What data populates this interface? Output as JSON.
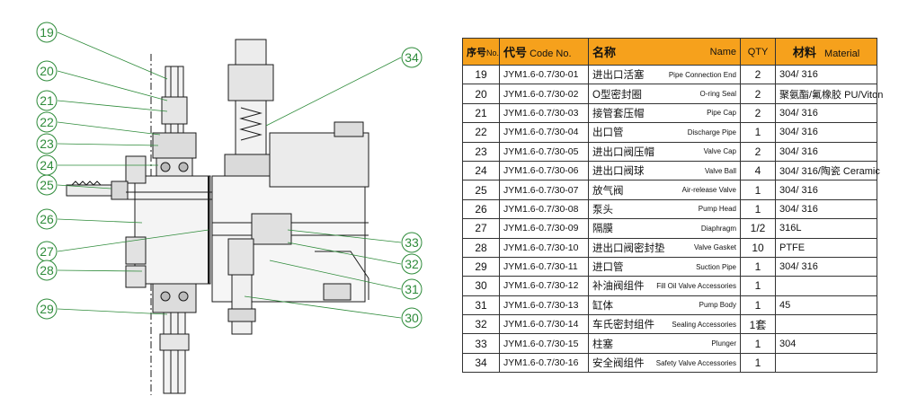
{
  "table": {
    "headers": {
      "no_zh": "序号",
      "no_en": "No.",
      "code_zh": "代号",
      "code_en": "Code No.",
      "name_zh": "名称",
      "name_en": "Name",
      "qty": "QTY",
      "material_zh": "材料",
      "material_en": "Material"
    },
    "rows": [
      {
        "no": "19",
        "code": "JYM1.6-0.7/30-01",
        "name_zh": "进出口活塞",
        "name_en": "Pipe Connection End",
        "qty": "2",
        "material": "304/ 316"
      },
      {
        "no": "20",
        "code": "JYM1.6-0.7/30-02",
        "name_zh": "O型密封圈",
        "name_en": "O-ring Seal",
        "qty": "2",
        "material": "聚氨酯/氟橡胶 PU/Viton"
      },
      {
        "no": "21",
        "code": "JYM1.6-0.7/30-03",
        "name_zh": "接管套压帽",
        "name_en": "Pipe Cap",
        "qty": "2",
        "material": "304/ 316"
      },
      {
        "no": "22",
        "code": "JYM1.6-0.7/30-04",
        "name_zh": "出口管",
        "name_en": "Discharge Pipe",
        "qty": "1",
        "material": "304/ 316"
      },
      {
        "no": "23",
        "code": "JYM1.6-0.7/30-05",
        "name_zh": "进出口阀压帽",
        "name_en": "Valve Cap",
        "qty": "2",
        "material": "304/ 316"
      },
      {
        "no": "24",
        "code": "JYM1.6-0.7/30-06",
        "name_zh": "进出口阀球",
        "name_en": "Valve Ball",
        "qty": "4",
        "material": "304/ 316/陶瓷 Ceramic"
      },
      {
        "no": "25",
        "code": "JYM1.6-0.7/30-07",
        "name_zh": "放气阀",
        "name_en": "Air-release Valve",
        "qty": "1",
        "material": "304/ 316"
      },
      {
        "no": "26",
        "code": "JYM1.6-0.7/30-08",
        "name_zh": "泵头",
        "name_en": "Pump Head",
        "qty": "1",
        "material": "304/ 316"
      },
      {
        "no": "27",
        "code": "JYM1.6-0.7/30-09",
        "name_zh": "隔膜",
        "name_en": "Diaphragm",
        "qty": "1/2",
        "material": "316L"
      },
      {
        "no": "28",
        "code": "JYM1.6-0.7/30-10",
        "name_zh": "进出口阀密封垫",
        "name_en": "Valve Gasket",
        "qty": "10",
        "material": "PTFE"
      },
      {
        "no": "29",
        "code": "JYM1.6-0.7/30-11",
        "name_zh": "进口管",
        "name_en": "Suction Pipe",
        "qty": "1",
        "material": "304/ 316"
      },
      {
        "no": "30",
        "code": "JYM1.6-0.7/30-12",
        "name_zh": "补油阀组件",
        "name_en": "Fill Oil Valve Accessories",
        "qty": "1",
        "material": ""
      },
      {
        "no": "31",
        "code": "JYM1.6-0.7/30-13",
        "name_zh": "缸体",
        "name_en": "Pump Body",
        "qty": "1",
        "material": "45"
      },
      {
        "no": "32",
        "code": "JYM1.6-0.7/30-14",
        "name_zh": "车氏密封组件",
        "name_en": "Sealing Accessories",
        "qty": "1套",
        "material": ""
      },
      {
        "no": "33",
        "code": "JYM1.6-0.7/30-15",
        "name_zh": "柱塞",
        "name_en": "Plunger",
        "qty": "1",
        "material": "304"
      },
      {
        "no": "34",
        "code": "JYM1.6-0.7/30-16",
        "name_zh": "安全阀组件",
        "name_en": "Safety Valve Accessories",
        "qty": "1",
        "material": ""
      }
    ]
  },
  "drawing": {
    "callouts": [
      "19",
      "20",
      "21",
      "22",
      "23",
      "24",
      "25",
      "26",
      "27",
      "28",
      "29",
      "30",
      "31",
      "32",
      "33",
      "34"
    ],
    "callout_color": "#2e8b3a",
    "line_color": "#1a1a1a",
    "header_color": "#f6a11c"
  }
}
